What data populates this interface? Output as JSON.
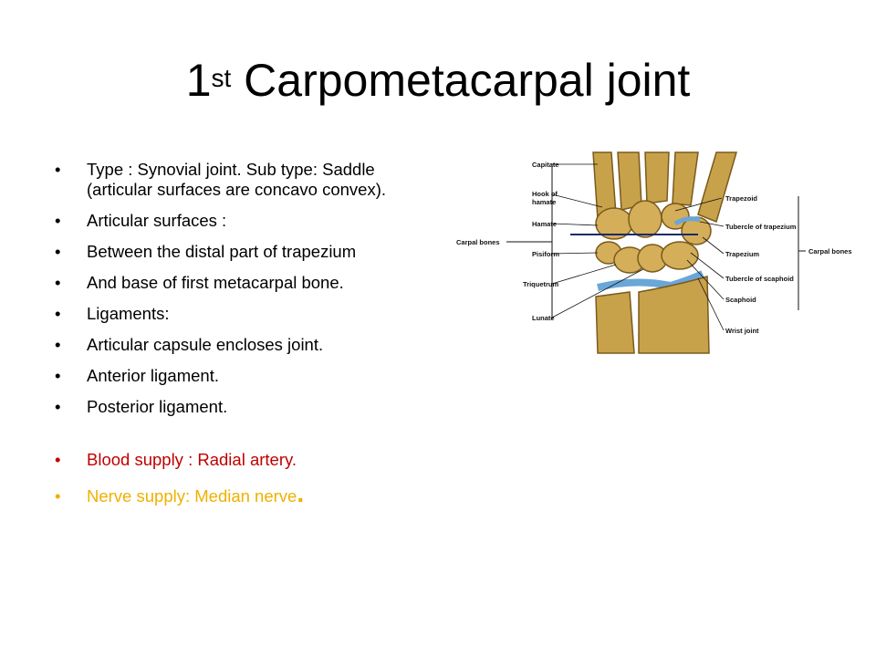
{
  "slide": {
    "title_num": "1",
    "title_sup": "st",
    "title_text": " Carpometacarpal joint",
    "bullets": [
      "Type : Synovial joint. Sub type: Saddle (articular surfaces are concavo convex).",
      "Articular surfaces :",
      "Between the distal part of trapezium",
      "And base of first metacarpal bone.",
      "Ligaments:",
      "Articular capsule encloses joint.",
      "Anterior ligament.",
      "Posterior ligament."
    ],
    "blood_supply": "Blood supply : Radial artery.",
    "nerve_supply": "Nerve supply: Median nerve",
    "nerve_period": "."
  },
  "figure": {
    "left_labels": {
      "group": "Carpal bones",
      "capitate": "Capitate",
      "hook": "Hook of",
      "hook2": "hamate",
      "hamate": "Hamate",
      "pisiform": "Pisiform",
      "triquetrum": "Triquetrum",
      "lunate": "Lunate"
    },
    "right_labels": {
      "group": "Carpal bones",
      "trapezoid": "Trapezoid",
      "tubercle_trapezium": "Tubercle of trapezium",
      "trapezium": "Trapezium",
      "tubercle_scaphoid": "Tubercle of scaphoid",
      "scaphoid": "Scaphoid",
      "wrist_joint": "Wrist joint"
    }
  },
  "colors": {
    "text": "#000000",
    "blood": "#c00000",
    "nerve": "#f0b000",
    "bone": "#c8a24a",
    "bone_shade": "#7a5a1c",
    "cartilage": "#6aa6d8"
  }
}
